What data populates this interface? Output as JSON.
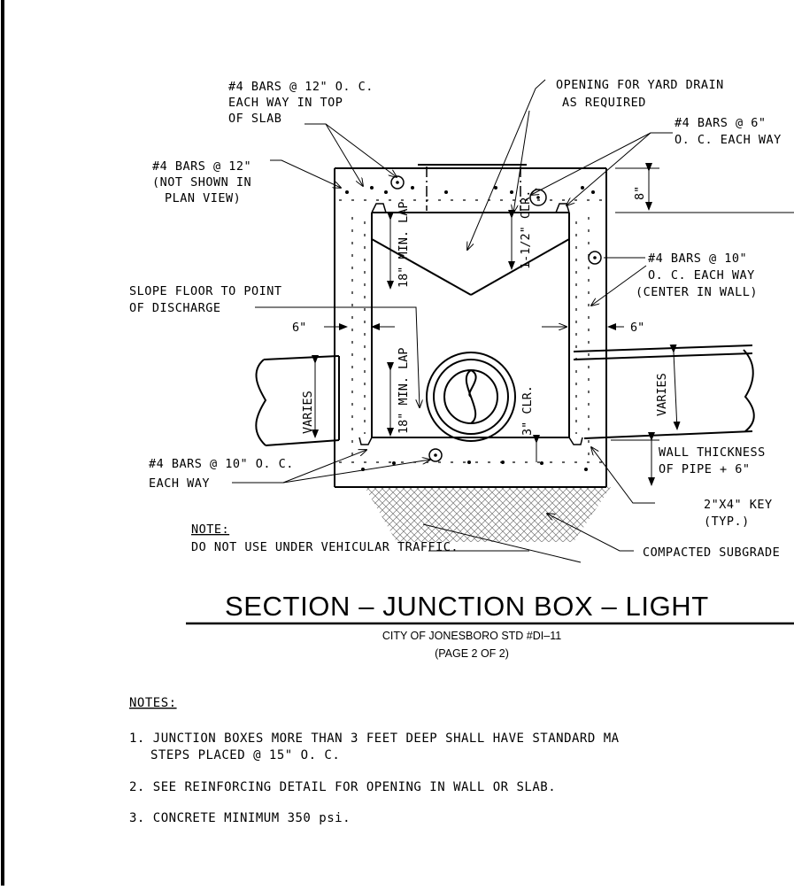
{
  "callouts": {
    "top_bars_l1": "#4 BARS @ 12\" O. C.",
    "top_bars_l2": "EACH WAY IN TOP",
    "top_bars_l3": "OF SLAB",
    "side_bars_l1": "#4 BARS @ 12\"",
    "side_bars_l2": "(NOT SHOWN IN",
    "side_bars_l3": "PLAN VIEW)",
    "opening_l1": "OPENING FOR YARD DRAIN",
    "opening_l2": "AS REQUIRED",
    "right_bars6_l1": "#4 BARS @ 6\"",
    "right_bars6_l2": "O. C. EACH WAY",
    "wall_bars_l1": "#4 BARS @ 10\"",
    "wall_bars_l2": "O. C. EACH WAY",
    "wall_bars_l3": "(CENTER IN WALL)",
    "slope_l1": "SLOPE FLOOR TO POINT",
    "slope_l2": "OF DISCHARGE",
    "bottom_bars_l1": "#4 BARS @ 10\" O. C.",
    "bottom_bars_l2": "EACH WAY",
    "wall_thick_l1": "WALL THICKNESS",
    "wall_thick_l2": "OF PIPE + 6\"",
    "key_l1": "2\"X4\" KEY",
    "key_l2": "(TYP.)",
    "compacted": "COMPACTED SUBGRADE"
  },
  "dims": {
    "slab": "8\"",
    "wall_left": "6\"",
    "wall_right": "6\"",
    "lap": "18\" MIN. LAP",
    "clr_top": "1-1/2\" CLR.",
    "clr_bottom": "3\" CLR.",
    "varies": "VARIES"
  },
  "note": {
    "heading": "NOTE:",
    "text": "DO NOT USE UNDER VEHICULAR TRAFFIC."
  },
  "title": {
    "main": "SECTION – JUNCTION BOX – LIGHT",
    "sub1": "CITY OF JONESBORO STD #DI–11",
    "sub2": "(PAGE 2 OF 2)"
  },
  "notes": {
    "heading": "NOTES:",
    "n1a": "1. JUNCTION BOXES MORE THAN 3 FEET DEEP SHALL HAVE STANDARD MA",
    "n1b": "STEPS PLACED @ 15\" O. C.",
    "n2": "2. SEE REINFORCING DETAIL FOR OPENING IN WALL OR SLAB.",
    "n3": "3. CONCRETE MINIMUM 350 psi."
  }
}
